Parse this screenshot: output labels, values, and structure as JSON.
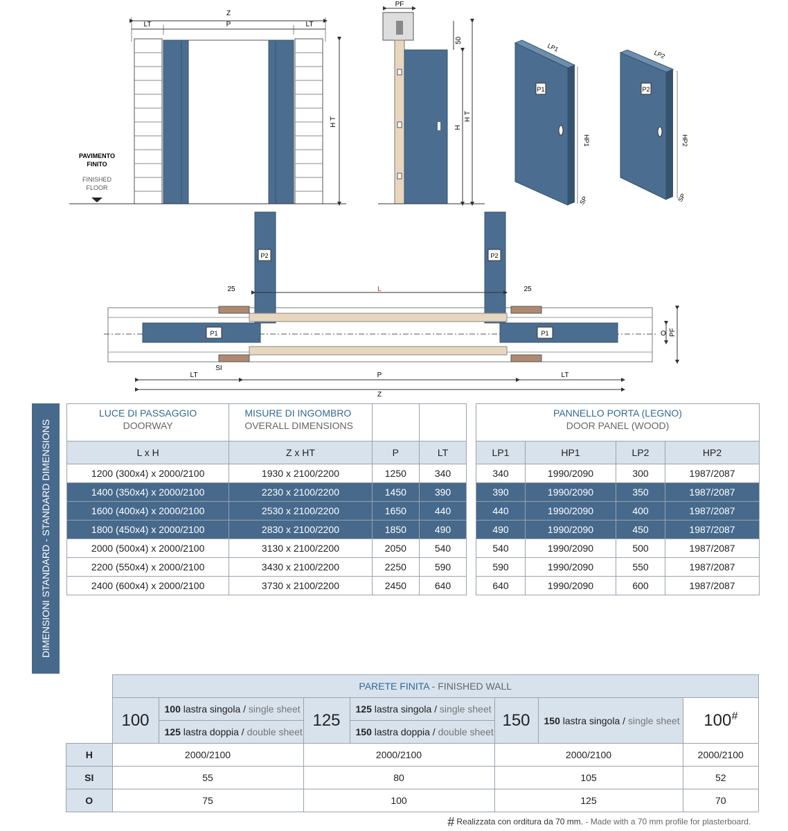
{
  "drawing": {
    "front": {
      "z": "Z",
      "lt_left": "LT",
      "p": "P",
      "lt_right": "LT",
      "ht": "H T"
    },
    "floor_it_1": "PAVIMENTO",
    "floor_it_2": "FINITO",
    "floor_en_1": "FINISHED",
    "floor_en_2": "FLOOR",
    "side": {
      "pf": "PF",
      "d50": "50",
      "h": "H",
      "ht": "H T"
    },
    "panel1": {
      "lp": "LP1",
      "hp": "HP1",
      "sp": "SP",
      "tag": "P1"
    },
    "panel2": {
      "lp": "LP2",
      "hp": "HP2",
      "sp": "SP",
      "tag": "P2"
    },
    "plan": {
      "p2l": "P2",
      "p2r": "P2",
      "p1l": "P1",
      "p1r": "P1",
      "l": "L",
      "d25l": "25",
      "d25r": "25",
      "o": "O",
      "pf": "PF",
      "si": "SI",
      "lt_left": "LT",
      "p": "P",
      "lt_right": "LT",
      "z": "Z"
    }
  },
  "side_label": "DIMENSIONI STANDARD - STANDARD DIMENSIONS",
  "left_table": {
    "h1_it": "LUCE DI PASSAGGIO",
    "h1_en": "DOORWAY",
    "h2_it": "MISURE DI INGOMBRO",
    "h2_en": "OVERALL DIMENSIONS",
    "cols": [
      "L x H",
      "Z x HT",
      "P",
      "LT"
    ],
    "rows": [
      [
        "1200 (300x4) x 2000/2100",
        "1930 x 2100/2200",
        "1250",
        "340"
      ],
      [
        "1400 (350x4) x 2000/2100",
        "2230 x 2100/2200",
        "1450",
        "390"
      ],
      [
        "1600 (400x4) x 2000/2100",
        "2530 x 2100/2200",
        "1650",
        "440"
      ],
      [
        "1800 (450x4) x 2000/2100",
        "2830 x 2100/2200",
        "1850",
        "490"
      ],
      [
        "2000 (500x4) x 2000/2100",
        "3130 x 2100/2200",
        "2050",
        "540"
      ],
      [
        "2200 (550x4) x 2000/2100",
        "3430 x 2100/2200",
        "2250",
        "590"
      ],
      [
        "2400 (600x4) x 2000/2100",
        "3730 x 2100/2200",
        "2450",
        "640"
      ]
    ],
    "highlight": [
      false,
      true,
      true,
      true,
      false,
      false,
      false
    ]
  },
  "right_table": {
    "h_it": "PANNELLO PORTA (LEGNO)",
    "h_en": "DOOR PANEL (WOOD)",
    "cols": [
      "LP1",
      "HP1",
      "LP2",
      "HP2"
    ],
    "rows": [
      [
        "340",
        "1990/2090",
        "300",
        "1987/2087"
      ],
      [
        "390",
        "1990/2090",
        "350",
        "1987/2087"
      ],
      [
        "440",
        "1990/2090",
        "400",
        "1987/2087"
      ],
      [
        "490",
        "1990/2090",
        "450",
        "1987/2087"
      ],
      [
        "540",
        "1990/2090",
        "500",
        "1987/2087"
      ],
      [
        "590",
        "1990/2090",
        "550",
        "1987/2087"
      ],
      [
        "640",
        "1990/2090",
        "600",
        "1987/2087"
      ]
    ]
  },
  "wall_table": {
    "title_it": "PARETE FINITA",
    "title_sep": " - ",
    "title_en": "FINISHED WALL",
    "g100": "100",
    "g100_a_b": "100",
    "g100_a_t": " lastra singola / ",
    "g100_a_e": "single sheet",
    "g100_b_b": "125",
    "g100_b_t": " lastra doppia / ",
    "g100_b_e": "double sheet",
    "g125": "125",
    "g125_a_b": "125",
    "g125_a_t": " lastra singola / ",
    "g125_a_e": "single sheet",
    "g125_b_b": "150",
    "g125_b_t": " lastra doppia / ",
    "g125_b_e": "double sheet",
    "g150": "150",
    "g150_a_b": "150",
    "g150_a_t": " lastra singola / ",
    "g150_a_e": "single sheet",
    "g100h": "100",
    "g100h_sym": "#",
    "rows": [
      {
        "label": "H",
        "v": [
          "2000/2100",
          "2000/2100",
          "2000/2100",
          "2000/2100"
        ]
      },
      {
        "label": "SI",
        "v": [
          "55",
          "80",
          "105",
          "52"
        ]
      },
      {
        "label": "O",
        "v": [
          "75",
          "100",
          "125",
          "70"
        ]
      }
    ]
  },
  "footnote": {
    "sym": "#",
    "it": "Realizzata con orditura da 70 mm.",
    "sep": " - ",
    "en": "Made with a 70 mm profile for plasterboard."
  },
  "colors": {
    "panel": "#4b6e90",
    "panel_dark": "#35536f",
    "header_bg": "#d8e2ec",
    "accent": "#2f6a97",
    "wood": "#e8d6bf"
  }
}
